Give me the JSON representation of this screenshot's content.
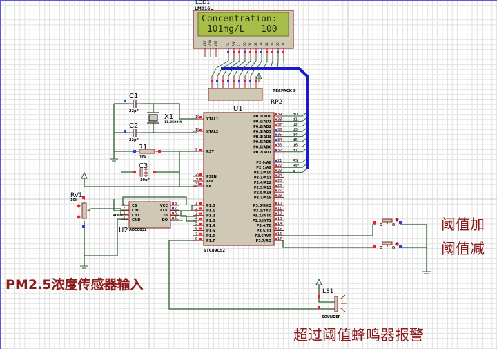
{
  "colors": {
    "wire": "#2f5f2f",
    "component_fill": "#cfc8b4",
    "component_border": "#8b2a2a",
    "bus": "#1a1acc",
    "annotation": "#8b1a1a",
    "lcd_screen": "#a9bd4a",
    "pin_red": "#e8202a",
    "pin_blue": "#2a40e0",
    "grid": "#dcdcdc"
  },
  "lcd": {
    "ref": "LCD1",
    "model": "LM016L",
    "line1": "Concentration:",
    "line2": " 101mg/L   100",
    "pins": [
      "VSS",
      "VDD",
      "VEE",
      "RS",
      "RW",
      "E",
      "D0",
      "D1",
      "D2",
      "D3",
      "D4",
      "D5",
      "D6",
      "D7"
    ]
  },
  "rp2": {
    "ref": "RP2",
    "model": "RESPACK-8"
  },
  "u1": {
    "ref": "U1",
    "model": "STC89C52",
    "left_top": [
      {
        "n": "19",
        "p": "XTAL1"
      },
      {
        "n": "18",
        "p": "XTAL2"
      },
      {
        "n": "9",
        "p": "RST"
      },
      {
        "n": "29",
        "p": "PSEN"
      },
      {
        "n": "30",
        "p": "ALE"
      },
      {
        "n": "31",
        "p": "EA"
      }
    ],
    "left_p1": [
      {
        "n": "1",
        "p": "P1.0"
      },
      {
        "n": "2",
        "p": "P1.1"
      },
      {
        "n": "3",
        "p": "P1.2"
      },
      {
        "n": "4",
        "p": "P1.3"
      },
      {
        "n": "5",
        "p": "P1.4"
      },
      {
        "n": "6",
        "p": "P1.5"
      },
      {
        "n": "7",
        "p": "P1.6"
      },
      {
        "n": "8",
        "p": "P1.7"
      }
    ],
    "right_p0": [
      {
        "n": "39",
        "p": "P0.0/AD0",
        "net": "d0"
      },
      {
        "n": "38",
        "p": "P0.1/AD1",
        "net": "d1"
      },
      {
        "n": "37",
        "p": "P0.2/AD2",
        "net": "d2"
      },
      {
        "n": "36",
        "p": "P0.3/AD3",
        "net": "d3"
      },
      {
        "n": "35",
        "p": "P0.4/AD4",
        "net": "d4"
      },
      {
        "n": "34",
        "p": "P0.5/AD5",
        "net": "d5"
      },
      {
        "n": "33",
        "p": "P0.6/AD6",
        "net": "d6"
      },
      {
        "n": "32",
        "p": "P0.7/AD7",
        "net": "d7"
      }
    ],
    "right_p2": [
      {
        "n": "21",
        "p": "P2.0/A8",
        "net": "RS"
      },
      {
        "n": "22",
        "p": "P2.1/A9",
        "net": "RW"
      },
      {
        "n": "23",
        "p": "P2.2/A10",
        "net": "E"
      },
      {
        "n": "24",
        "p": "P2.3/A11",
        "net": ""
      },
      {
        "n": "25",
        "p": "P2.4/A12",
        "net": ""
      },
      {
        "n": "26",
        "p": "P2.5/A13",
        "net": ""
      },
      {
        "n": "27",
        "p": "P2.6/A14",
        "net": ""
      },
      {
        "n": "28",
        "p": "P2.7/A15",
        "net": ""
      }
    ],
    "right_p3": [
      {
        "n": "10",
        "p": "P3.0/RXD"
      },
      {
        "n": "11",
        "p": "P3.1/TXD"
      },
      {
        "n": "12",
        "p": "P3.2/INT0"
      },
      {
        "n": "13",
        "p": "P3.3/INT1"
      },
      {
        "n": "14",
        "p": "P3.4/T0"
      },
      {
        "n": "15",
        "p": "P3.5/T1"
      },
      {
        "n": "16",
        "p": "P3.6/WR"
      },
      {
        "n": "17",
        "p": "P3.7/RD"
      }
    ]
  },
  "u2": {
    "ref": "U2",
    "model": "ADC0832",
    "left": [
      {
        "n": "1",
        "p": "CS"
      },
      {
        "n": "2",
        "p": "CH0"
      },
      {
        "n": "3",
        "p": "CH1"
      },
      {
        "n": "4",
        "p": "GND"
      }
    ],
    "right": [
      {
        "n": "8",
        "p": "VCC"
      },
      {
        "n": "7",
        "p": "CLK"
      },
      {
        "n": "6",
        "p": "DI"
      },
      {
        "n": "5",
        "p": "DO"
      }
    ],
    "net_vout": "VOUT"
  },
  "c1": {
    "ref": "C1",
    "value": "22pF"
  },
  "c2": {
    "ref": "C2",
    "value": "22pF"
  },
  "c3": {
    "ref": "C3",
    "value": "10uF"
  },
  "x1": {
    "ref": "X1",
    "value": "11.0592M"
  },
  "r1": {
    "ref": "R1",
    "value": "10k"
  },
  "rv1": {
    "ref": "RV1",
    "value": "10k"
  },
  "ls1": {
    "ref": "LS1",
    "model": "SOUNDER"
  },
  "annotations": {
    "sensor_input": "PM2.5浓度传感器输入",
    "threshold_up": "阈值加",
    "threshold_down": "阈值减",
    "buzzer_alarm": "超过阈值蜂鸣器报警"
  }
}
